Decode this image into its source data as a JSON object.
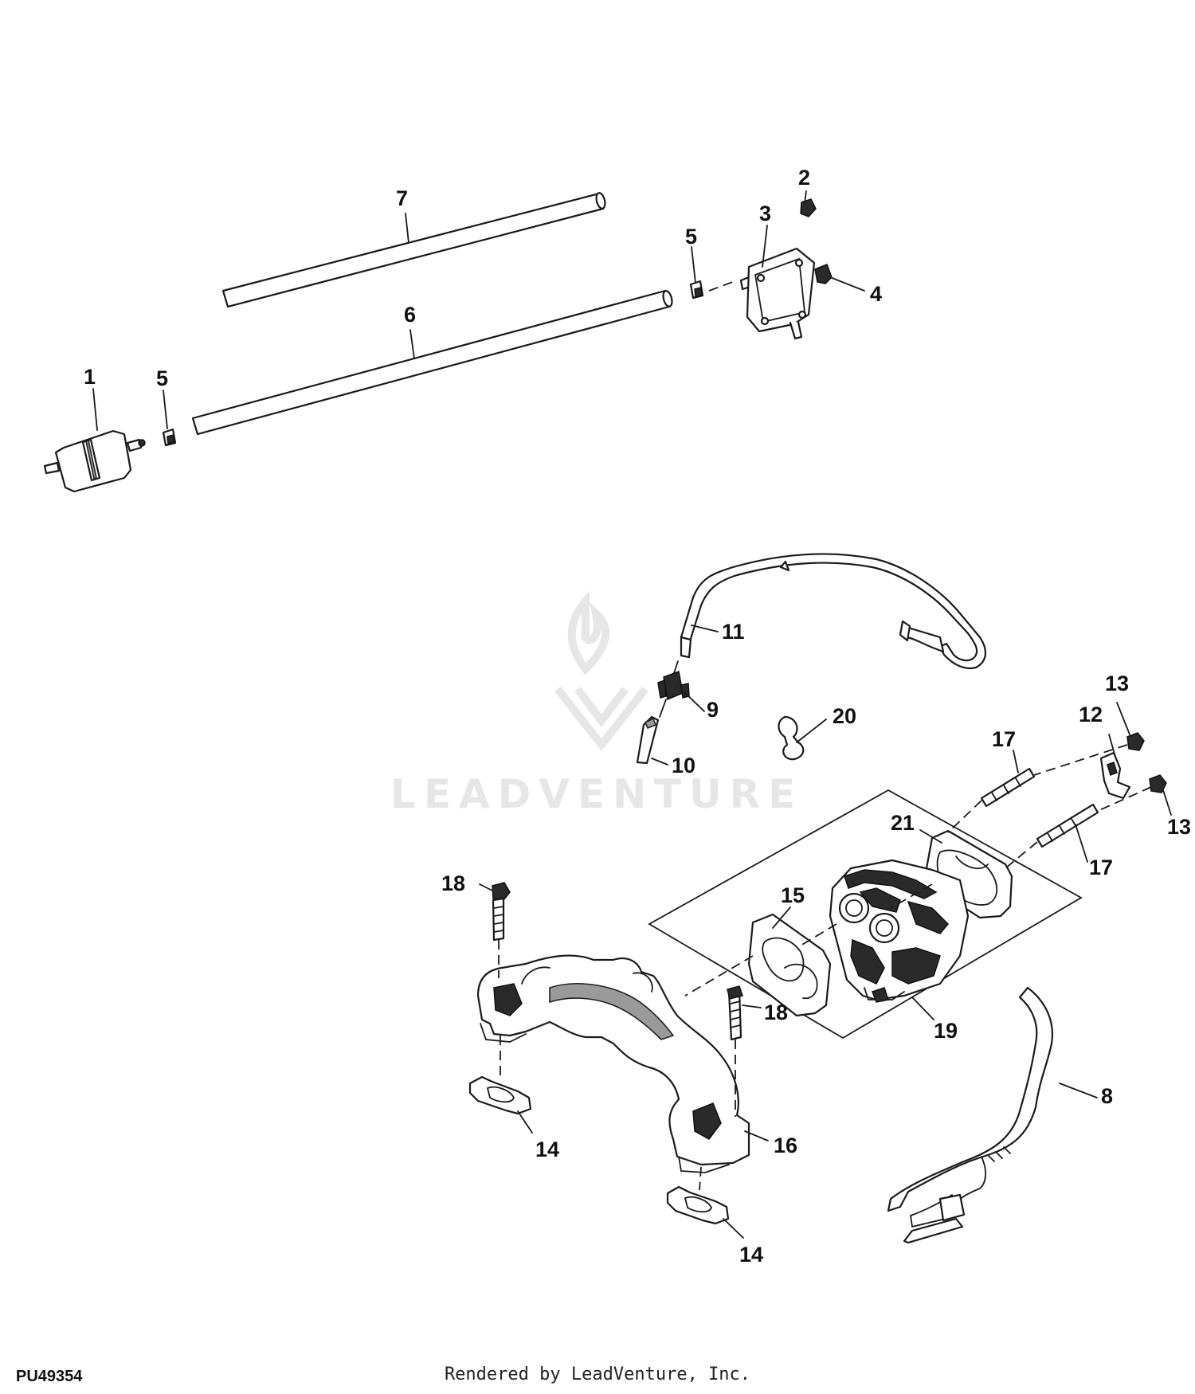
{
  "diagram": {
    "id_label": "PU49354",
    "footer": "Rendered by LeadVenture, Inc.",
    "watermark": "LEADVENTURE",
    "callouts": [
      {
        "num": "1"
      },
      {
        "num": "2"
      },
      {
        "num": "3"
      },
      {
        "num": "4"
      },
      {
        "num": "5"
      },
      {
        "num": "5"
      },
      {
        "num": "6"
      },
      {
        "num": "7"
      },
      {
        "num": "8"
      },
      {
        "num": "9"
      },
      {
        "num": "10"
      },
      {
        "num": "11"
      },
      {
        "num": "12"
      },
      {
        "num": "13"
      },
      {
        "num": "13"
      },
      {
        "num": "14"
      },
      {
        "num": "14"
      },
      {
        "num": "15"
      },
      {
        "num": "16"
      },
      {
        "num": "17"
      },
      {
        "num": "17"
      },
      {
        "num": "18"
      },
      {
        "num": "18"
      },
      {
        "num": "19"
      },
      {
        "num": "20"
      },
      {
        "num": "21"
      }
    ]
  }
}
